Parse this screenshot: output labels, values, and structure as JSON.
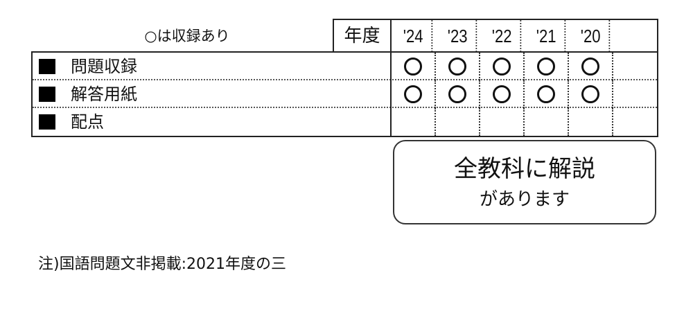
{
  "legend": "○は収録あり",
  "header": {
    "year_label": "年度",
    "years": [
      "'24",
      "'23",
      "'22",
      "'21",
      "'20",
      ""
    ]
  },
  "rows": [
    {
      "label": "問題収録",
      "marks": [
        "○",
        "○",
        "○",
        "○",
        "○",
        ""
      ]
    },
    {
      "label": "解答用紙",
      "marks": [
        "○",
        "○",
        "○",
        "○",
        "○",
        ""
      ]
    },
    {
      "label": "配点",
      "marks": [
        "",
        "",
        "",
        "",
        "",
        ""
      ]
    }
  ],
  "callout": {
    "line1": "全教科に解説",
    "line2": "があります"
  },
  "footnote": "注)国語問題文非掲載:2021年度の三",
  "colors": {
    "line": "#222222",
    "text": "#111111",
    "background": "#ffffff"
  }
}
